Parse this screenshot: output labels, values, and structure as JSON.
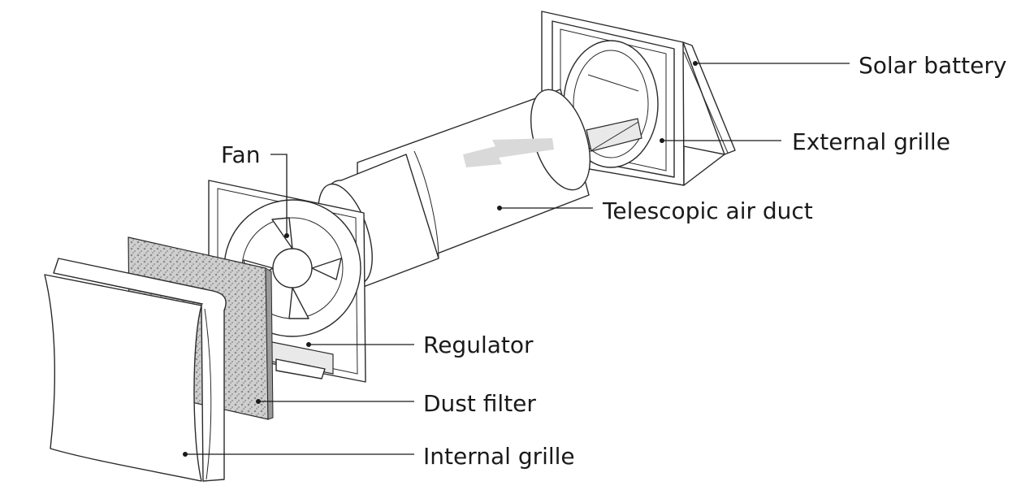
{
  "labels": {
    "solar_battery": "Solar battery",
    "external_grille": "External grille",
    "fan": "Fan",
    "telescopic_air_duct": "Telescopic air duct",
    "regulator": "Regulator",
    "dust_filter": "Dust filter",
    "internal_grille": "Internal grille"
  },
  "colors": {
    "line": "#1a1a1a",
    "arrow": "#d9d9d9",
    "filter": "#bdbdbd"
  }
}
